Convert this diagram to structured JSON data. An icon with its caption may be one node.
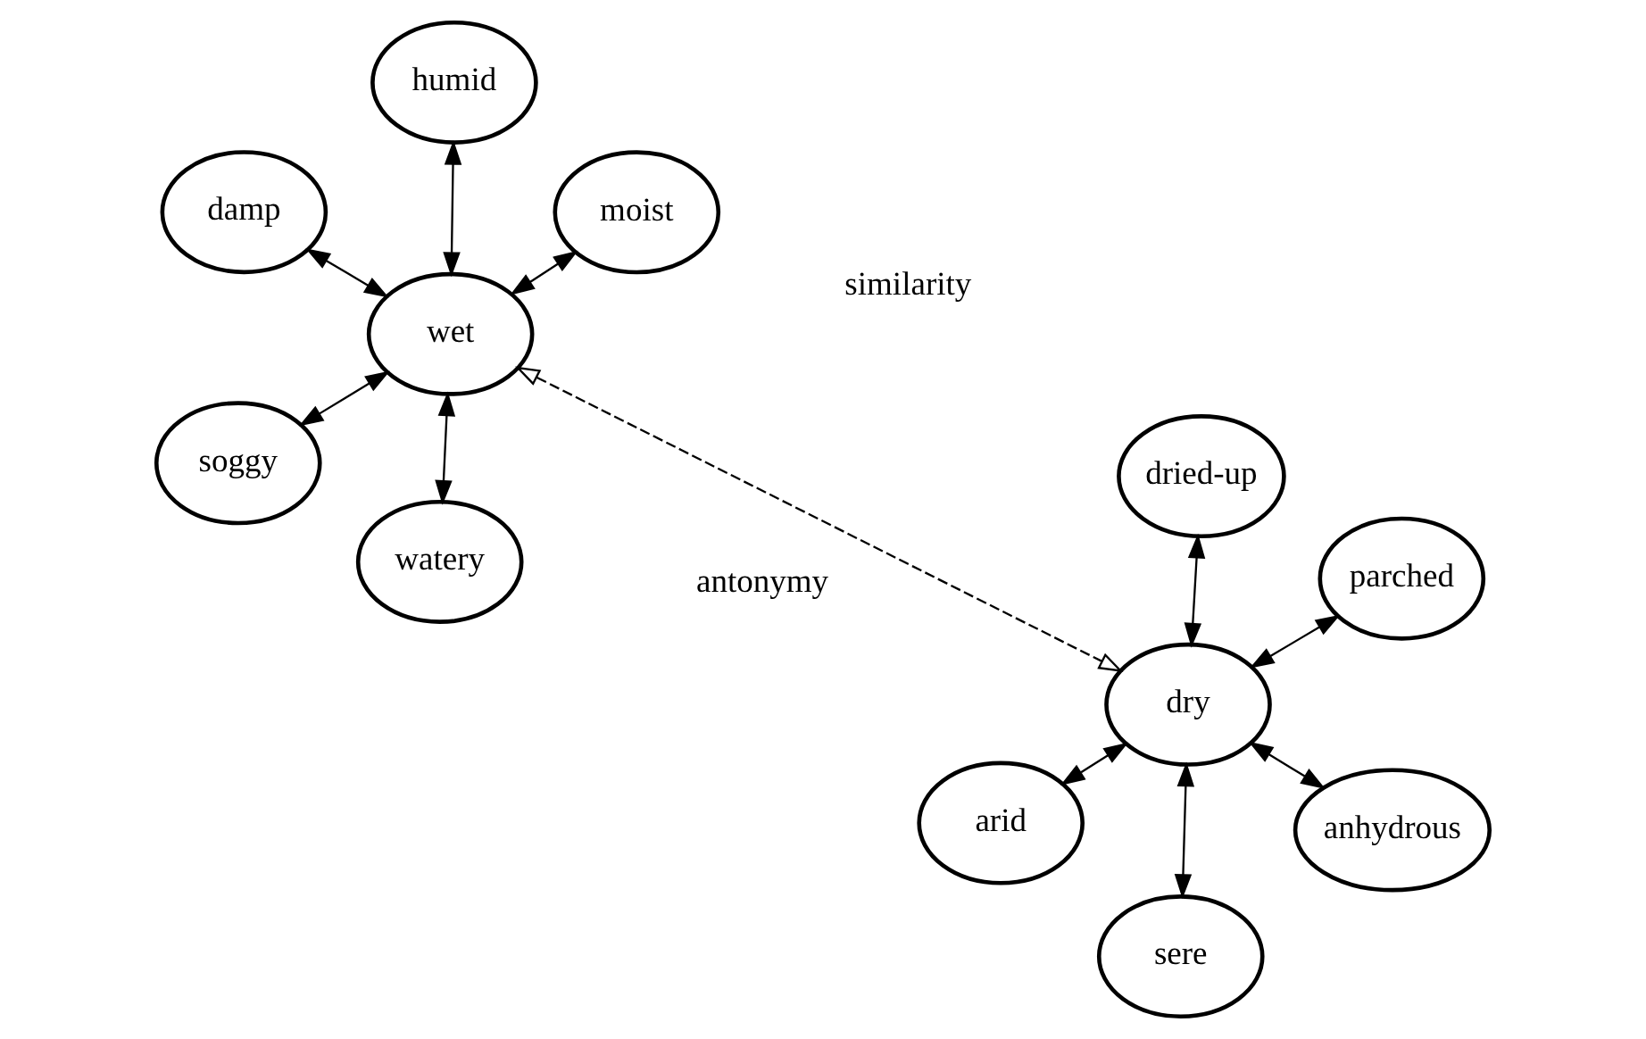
{
  "diagram": {
    "nodes": [
      {
        "text": [
          "wet"
        ]
      },
      {
        "text": [
          "dry"
        ]
      },
      {
        "text": [
          "watery"
        ]
      },
      {
        "text": [
          "damp"
        ]
      },
      {
        "text": [
          "moist"
        ]
      },
      {
        "text": [
          "humid"
        ]
      },
      {
        "text": [
          "soggy"
        ]
      },
      {
        "text": [
          "parched"
        ]
      },
      {
        "text": [
          "arid"
        ]
      },
      {
        "text": [
          "anhydrous"
        ]
      },
      {
        "text": [
          "sere"
        ]
      },
      {
        "text": [
          "dried-up"
        ]
      }
    ],
    "edges": [
      {
        "from": 0,
        "to": 2,
        "arrow": "both"
      },
      {
        "from": 0,
        "to": 3,
        "arrow": "both"
      },
      {
        "from": 0,
        "to": 4,
        "arrow": "both"
      },
      {
        "from": 0,
        "to": 5,
        "arrow": "both"
      },
      {
        "from": 0,
        "to": 6,
        "arrow": "both"
      },
      {
        "from": 0,
        "to": 1,
        "arrow": "both",
        "style": "dashed"
      },
      {
        "from": 1,
        "to": 7,
        "arrow": "both"
      },
      {
        "from": 1,
        "to": 8,
        "arrow": "both"
      },
      {
        "from": 1,
        "to": 9,
        "arrow": "both"
      },
      {
        "from": 1,
        "to": 10,
        "arrow": "both"
      },
      {
        "from": 1,
        "to": 11,
        "arrow": "both"
      }
    ],
    "legend": [
      {
        "text": "similarity"
      },
      {
        "text": "antonymy"
      }
    ]
  }
}
